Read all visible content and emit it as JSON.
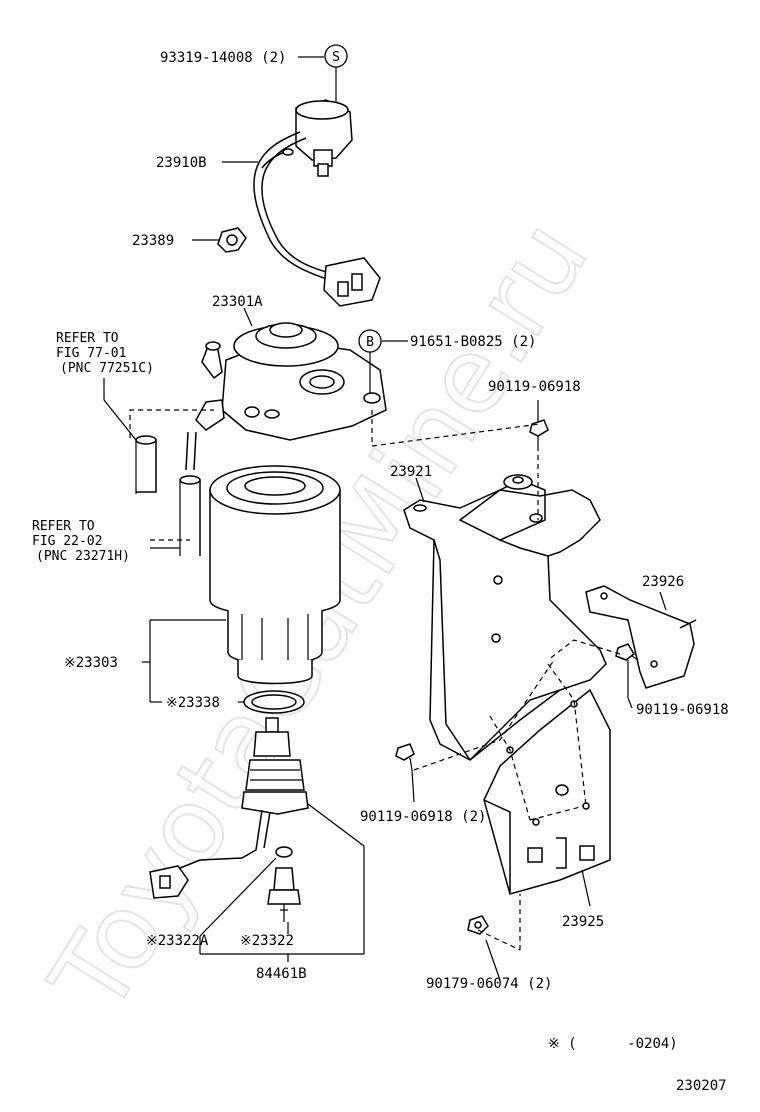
{
  "watermark": "ToyotaCatMine.ru",
  "parts": {
    "screw_top": "93319-14008 (2)",
    "screw_top_badge": "S",
    "sensor_harness": "23910B",
    "clamp": "23389",
    "filter_head": "23301A",
    "bolt_b": "91651-B0825 (2)",
    "bolt_b_badge": "B",
    "bolt_1": "90119-06918",
    "bracket_main": "23921",
    "bracket_side": "23926",
    "bolt_2": "90119-06918",
    "filter_element": "※23303",
    "o_ring_large": "※23338",
    "bolt_3": "90119-06918 (2)",
    "bracket_lower": "23925",
    "small_o_ring": "※23322A",
    "sensor_switch": "※23322",
    "sub_assy": "84461B",
    "nut": "90179-06074 (2)"
  },
  "refer_1": {
    "line1": "REFER TO",
    "line2": "FIG 77-01",
    "line3": "(PNC 77251C)"
  },
  "refer_2": {
    "line1": "REFER TO",
    "line2": "FIG 22-02",
    "line3": "(PNC 23271H)"
  },
  "footnote": "※ (      -0204)",
  "figure_code": "230207"
}
